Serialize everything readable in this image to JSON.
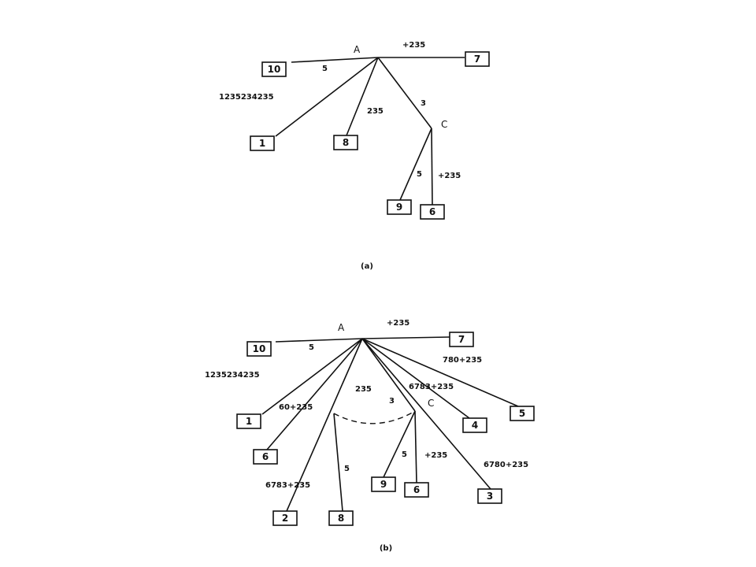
{
  "diagram_a": {
    "caption": "(a)",
    "root": "A",
    "branch": "C",
    "nodes": [
      "10",
      "7",
      "1",
      "8",
      "9",
      "6"
    ],
    "edge_labels": [
      "+235",
      "5",
      "1235234235",
      "235",
      "3",
      "5",
      "+235"
    ]
  },
  "diagram_b": {
    "caption": "(b)",
    "root": "A",
    "branch": "C",
    "nodes": [
      "10",
      "7",
      "1",
      "6",
      "2",
      "8",
      "9",
      "6",
      "4",
      "3",
      "5"
    ],
    "edge_labels": [
      "+235",
      "5",
      "1235234235",
      "60+235",
      "235",
      "3",
      "5",
      "+235",
      "6783+235",
      "6783+235",
      "6780+235",
      "780+235",
      "5"
    ]
  }
}
